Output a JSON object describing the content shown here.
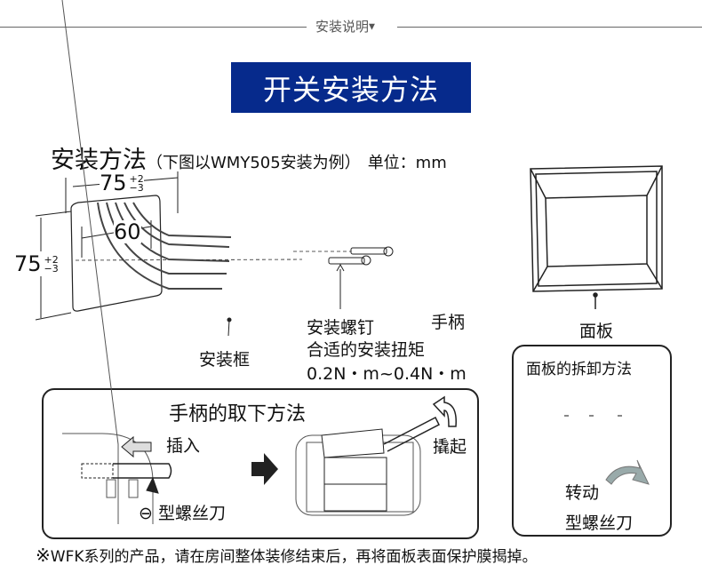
{
  "header": {
    "section_label": "安装说明",
    "dropdown_icon": "triangle-down-icon"
  },
  "banner": {
    "title": "开关安装方法",
    "color": "#062a8c"
  },
  "install": {
    "title": "安装方法",
    "subtitle": "（下图以WMY505安装为例）",
    "unit": "单位：mm",
    "dim_width": "75",
    "dim_height": "75",
    "dim_tol_plus": "+2",
    "dim_tol_minus": "−3",
    "dim_hole": "60",
    "frame_label": "安装框",
    "screw_label": "安装螺钉",
    "torque_label": "合适的安装扭矩",
    "torque_value": "0.2N・m~0.4N・m",
    "handle_label": "手柄",
    "panel_label": "面板"
  },
  "panel_removal": {
    "title": "面板的拆卸方法",
    "rotate_label": "转动",
    "tool_label": "型螺丝刀"
  },
  "handle_removal": {
    "title": "手柄的取下方法",
    "insert_label": "插入",
    "pry_label": "撬起",
    "tool_label": "型螺丝刀",
    "minus_symbol": "⊖"
  },
  "footnote": {
    "mark": "※",
    "text": "WFK系列的产品，请在房间整体装修结束后，再将面板表面保护膜揭掉。"
  }
}
